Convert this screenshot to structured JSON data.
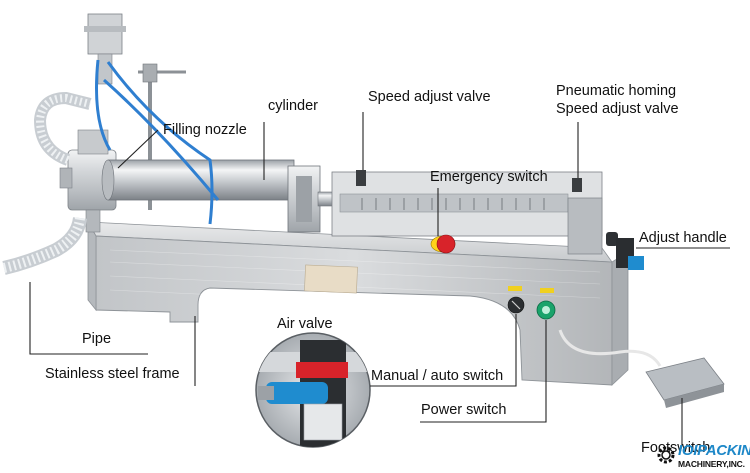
{
  "labels": {
    "cylinder": "cylinder",
    "speed_adjust_valve": "Speed adjust valve",
    "pneumatic_homing_line1": "Pneumatic homing",
    "pneumatic_homing_line2": "Speed adjust valve",
    "filling_nozzle": "Filling nozzle",
    "emergency_switch": "Emergency switch",
    "adjust_handle": "Adjust handle",
    "pipe": "Pipe",
    "stainless_steel_frame": "Stainless steel frame",
    "air_valve": "Air valve",
    "manual_auto_switch": "Manual / auto switch",
    "power_switch": "Power switch",
    "foot_switch": "Footswitch"
  },
  "watermark": {
    "line1": "IOIPACKING",
    "line2": "MACHINERY,INC."
  },
  "colors": {
    "steel": "#c9ccd0",
    "steel_dark": "#8e9398",
    "hose_blue": "#2f7fd0",
    "emergency_red": "#d8232a",
    "power_green": "#1aa36b",
    "logo_blue": "#1e88c8"
  }
}
